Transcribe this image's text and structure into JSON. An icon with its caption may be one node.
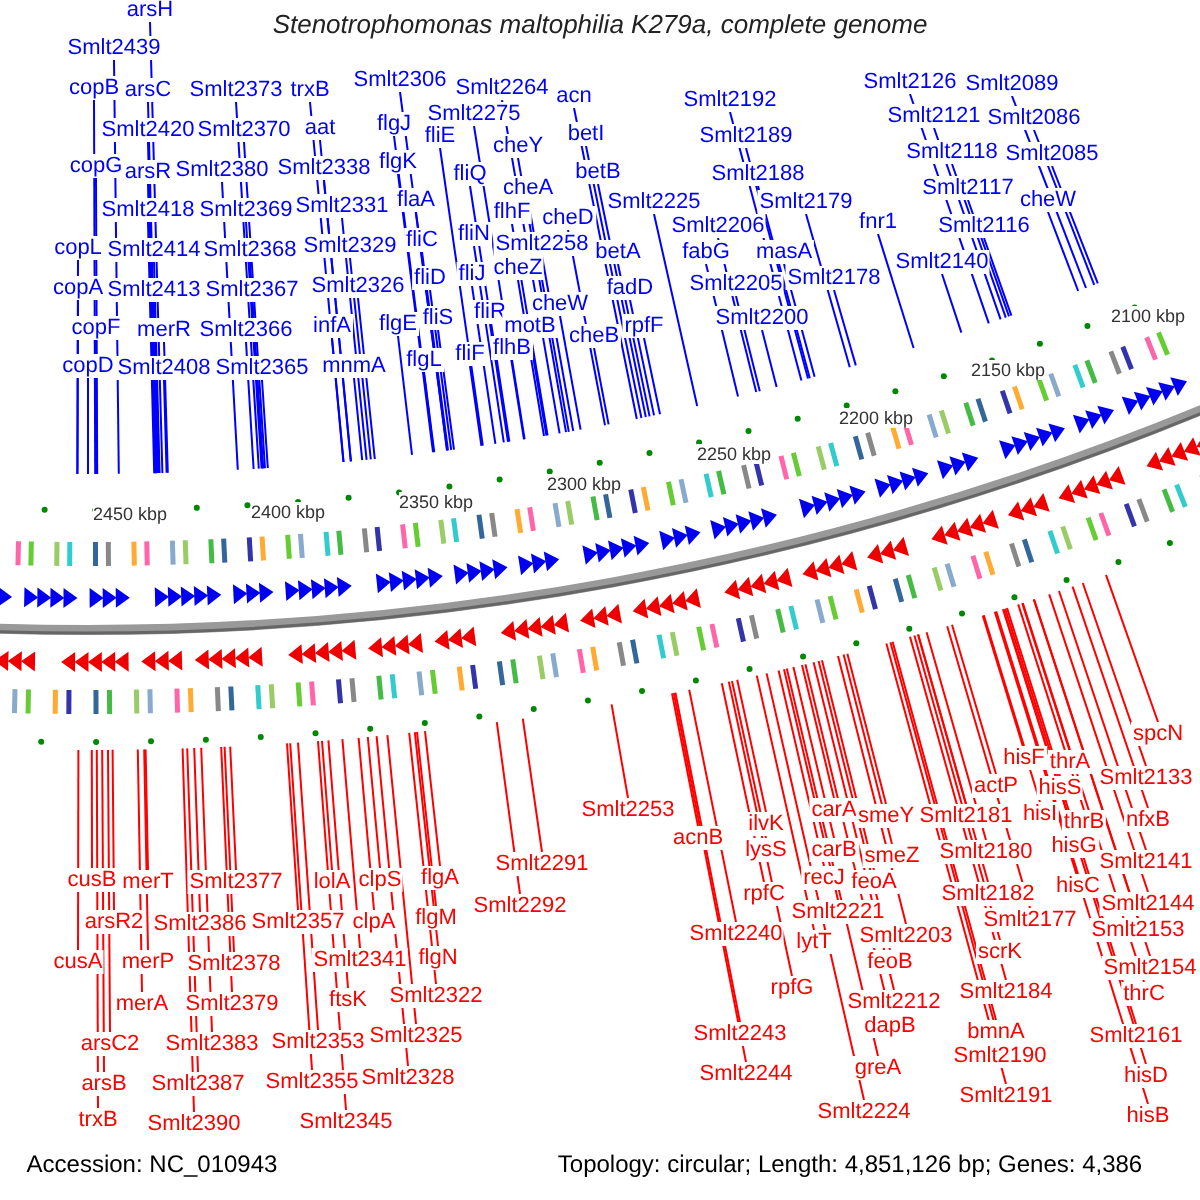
{
  "diagram": {
    "title": "Stenotrophomonas maltophilia K279a, complete genome",
    "nodes": [
      {
        "text": [
          "arsH"
        ]
      },
      {
        "text": [
          "Smlt2439"
        ]
      },
      {
        "text": [
          "Smlt2306"
        ]
      },
      {
        "text": [
          "Smlt2126"
        ]
      },
      {
        "text": [
          "Smlt2089"
        ]
      },
      {
        "text": [
          "copB"
        ]
      },
      {
        "text": [
          "arsC"
        ]
      },
      {
        "text": [
          "Smlt2373"
        ]
      },
      {
        "text": [
          "trxB"
        ]
      },
      {
        "text": [
          "Smlt2264"
        ]
      },
      {
        "text": [
          "acn"
        ]
      },
      {
        "text": [
          "Smlt2192"
        ]
      },
      {
        "text": [
          "Smlt2275"
        ]
      },
      {
        "text": [
          "Smlt2121"
        ]
      },
      {
        "text": [
          "Smlt2086"
        ]
      },
      {
        "text": [
          "flgJ"
        ]
      },
      {
        "text": [
          "Smlt2420"
        ]
      },
      {
        "text": [
          "Smlt2370"
        ]
      },
      {
        "text": [
          "aat"
        ]
      },
      {
        "text": [
          "betI"
        ]
      },
      {
        "text": [
          "fliE"
        ]
      },
      {
        "text": [
          "Smlt2189"
        ]
      },
      {
        "text": [
          "cheY"
        ]
      },
      {
        "text": [
          "Smlt2118"
        ]
      },
      {
        "text": [
          "Smlt2085"
        ]
      },
      {
        "text": [
          "flgK"
        ]
      },
      {
        "text": [
          "copG"
        ]
      },
      {
        "text": [
          "arsR"
        ]
      },
      {
        "text": [
          "Smlt2380"
        ]
      },
      {
        "text": [
          "Smlt2338"
        ]
      },
      {
        "text": [
          "betB"
        ]
      },
      {
        "text": [
          "fliQ"
        ]
      },
      {
        "text": [
          "Smlt2188"
        ]
      },
      {
        "text": [
          "cheA"
        ]
      },
      {
        "text": [
          "Smlt2117"
        ]
      },
      {
        "text": [
          "Smlt2418"
        ]
      },
      {
        "text": [
          "Smlt2369"
        ]
      },
      {
        "text": [
          "Smlt2331"
        ]
      },
      {
        "text": [
          "flaA"
        ]
      },
      {
        "text": [
          "cheW"
        ]
      },
      {
        "text": [
          "Smlt2225"
        ]
      },
      {
        "text": [
          "Smlt2179"
        ]
      },
      {
        "text": [
          "flhF"
        ]
      },
      {
        "text": [
          "cheD"
        ]
      },
      {
        "text": [
          "fnr1"
        ]
      },
      {
        "text": [
          "Smlt2206"
        ]
      },
      {
        "text": [
          "Smlt2116"
        ]
      },
      {
        "text": [
          "fliN"
        ]
      },
      {
        "text": [
          "fliC"
        ]
      },
      {
        "text": [
          "Smlt2258"
        ]
      },
      {
        "text": [
          "copL"
        ]
      },
      {
        "text": [
          "Smlt2414"
        ]
      },
      {
        "text": [
          "Smlt2368"
        ]
      },
      {
        "text": [
          "Smlt2329"
        ]
      },
      {
        "text": [
          "betA"
        ]
      },
      {
        "text": [
          "fabG"
        ]
      },
      {
        "text": [
          "masA"
        ]
      },
      {
        "text": [
          "Smlt2140"
        ]
      },
      {
        "text": [
          "cheZ"
        ]
      },
      {
        "text": [
          "fliJ"
        ]
      },
      {
        "text": [
          "fliD"
        ]
      },
      {
        "text": [
          "Smlt2178"
        ]
      },
      {
        "text": [
          "Smlt2205"
        ]
      },
      {
        "text": [
          "copA"
        ]
      },
      {
        "text": [
          "Smlt2413"
        ]
      },
      {
        "text": [
          "Smlt2367"
        ]
      },
      {
        "text": [
          "Smlt2326"
        ]
      },
      {
        "text": [
          "fadD"
        ]
      },
      {
        "text": [
          "cheW"
        ]
      },
      {
        "text": [
          "fliR"
        ]
      },
      {
        "text": [
          "fliS"
        ]
      },
      {
        "text": [
          "Smlt2200"
        ]
      },
      {
        "text": [
          "flgE"
        ]
      },
      {
        "text": [
          "infA"
        ]
      },
      {
        "text": [
          "rpfF"
        ]
      },
      {
        "text": [
          "motB"
        ]
      },
      {
        "text": [
          "copF"
        ]
      },
      {
        "text": [
          "merR"
        ]
      },
      {
        "text": [
          "Smlt2366"
        ]
      },
      {
        "text": [
          "cheB"
        ]
      },
      {
        "text": [
          "flhB"
        ]
      },
      {
        "text": [
          "fliF"
        ]
      },
      {
        "text": [
          "flgL"
        ]
      },
      {
        "text": [
          "mnmA"
        ]
      },
      {
        "text": [
          "copD"
        ]
      },
      {
        "text": [
          "Smlt2408"
        ]
      },
      {
        "text": [
          "Smlt2365"
        ]
      },
      {
        "text": [
          "spcN"
        ]
      },
      {
        "text": [
          "hisF"
        ]
      },
      {
        "text": [
          "thrA"
        ]
      },
      {
        "text": [
          "Smlt2133"
        ]
      },
      {
        "text": [
          "actP"
        ]
      },
      {
        "text": [
          "hisS"
        ]
      },
      {
        "text": [
          "Smlt2253"
        ]
      },
      {
        "text": [
          "carA"
        ]
      },
      {
        "text": [
          "hisI"
        ]
      },
      {
        "text": [
          "smeY"
        ]
      },
      {
        "text": [
          "Smlt2181"
        ]
      },
      {
        "text": [
          "nfxB"
        ]
      },
      {
        "text": [
          "thrB"
        ]
      },
      {
        "text": [
          "ilvK"
        ]
      },
      {
        "text": [
          "acnB"
        ]
      },
      {
        "text": [
          "hisG"
        ]
      },
      {
        "text": [
          "lysS"
        ]
      },
      {
        "text": [
          "carB"
        ]
      },
      {
        "text": [
          "Smlt2180"
        ]
      },
      {
        "text": [
          "smeZ"
        ]
      },
      {
        "text": [
          "Smlt2141"
        ]
      },
      {
        "text": [
          "Smlt2291"
        ]
      },
      {
        "text": [
          "recJ"
        ]
      },
      {
        "text": [
          "flgA"
        ]
      },
      {
        "text": [
          "cusB"
        ]
      },
      {
        "text": [
          "clpS"
        ]
      },
      {
        "text": [
          "merT"
        ]
      },
      {
        "text": [
          "Smlt2377"
        ]
      },
      {
        "text": [
          "lolA"
        ]
      },
      {
        "text": [
          "feoA"
        ]
      },
      {
        "text": [
          "hisC"
        ]
      },
      {
        "text": [
          "rpfC"
        ]
      },
      {
        "text": [
          "Smlt2182"
        ]
      },
      {
        "text": [
          "Smlt2144"
        ]
      },
      {
        "text": [
          "Smlt2292"
        ]
      },
      {
        "text": [
          "Smlt2221"
        ]
      },
      {
        "text": [
          "flgM"
        ]
      },
      {
        "text": [
          "Smlt2177"
        ]
      },
      {
        "text": [
          "arsR2"
        ]
      },
      {
        "text": [
          "Smlt2357"
        ]
      },
      {
        "text": [
          "clpA"
        ]
      },
      {
        "text": [
          "Smlt2386"
        ]
      },
      {
        "text": [
          "Smlt2153"
        ]
      },
      {
        "text": [
          "Smlt2240"
        ]
      },
      {
        "text": [
          "Smlt2203"
        ]
      },
      {
        "text": [
          "lytT"
        ]
      },
      {
        "text": [
          "scrK"
        ]
      },
      {
        "text": [
          "flgN"
        ]
      },
      {
        "text": [
          "Smlt2341"
        ]
      },
      {
        "text": [
          "cusA"
        ]
      },
      {
        "text": [
          "merP"
        ]
      },
      {
        "text": [
          "feoB"
        ]
      },
      {
        "text": [
          "Smlt2378"
        ]
      },
      {
        "text": [
          "Smlt2154"
        ]
      },
      {
        "text": [
          "rpfG"
        ]
      },
      {
        "text": [
          "Smlt2184"
        ]
      },
      {
        "text": [
          "thrC"
        ]
      },
      {
        "text": [
          "Smlt2322"
        ]
      },
      {
        "text": [
          "ftsK"
        ]
      },
      {
        "text": [
          "Smlt2212"
        ]
      },
      {
        "text": [
          "merA"
        ]
      },
      {
        "text": [
          "Smlt2379"
        ]
      },
      {
        "text": [
          "dapB"
        ]
      },
      {
        "text": [
          "bmnA"
        ]
      },
      {
        "text": [
          "Smlt2243"
        ]
      },
      {
        "text": [
          "Smlt2325"
        ]
      },
      {
        "text": [
          "Smlt2161"
        ]
      },
      {
        "text": [
          "Smlt2353"
        ]
      },
      {
        "text": [
          "arsC2"
        ]
      },
      {
        "text": [
          "Smlt2383"
        ]
      },
      {
        "text": [
          "Smlt2190"
        ]
      },
      {
        "text": [
          "greA"
        ]
      },
      {
        "text": [
          "Smlt2244"
        ]
      },
      {
        "text": [
          "hisD"
        ]
      },
      {
        "text": [
          "Smlt2328"
        ]
      },
      {
        "text": [
          "Smlt2355"
        ]
      },
      {
        "text": [
          "arsB"
        ]
      },
      {
        "text": [
          "Smlt2387"
        ]
      },
      {
        "text": [
          "Smlt2191"
        ]
      },
      {
        "text": [
          "Smlt2224"
        ]
      },
      {
        "text": [
          "trxB"
        ]
      },
      {
        "text": [
          "hisB"
        ]
      },
      {
        "text": [
          "Smlt2345"
        ]
      },
      {
        "text": [
          "Smlt2390"
        ]
      }
    ],
    "edges": [
      {
        "from": 0,
        "to": null,
        "arrow": "none"
      },
      {
        "from": 1,
        "to": null,
        "arrow": "none"
      },
      {
        "from": 2,
        "to": null,
        "arrow": "none"
      },
      {
        "from": 3,
        "to": null,
        "arrow": "none"
      },
      {
        "from": 4,
        "to": null,
        "arrow": "none"
      },
      {
        "from": 5,
        "to": null,
        "arrow": "none"
      },
      {
        "from": 6,
        "to": null,
        "arrow": "none"
      },
      {
        "from": 7,
        "to": null,
        "arrow": "none"
      },
      {
        "from": 8,
        "to": null,
        "arrow": "none"
      },
      {
        "from": 9,
        "to": null,
        "arrow": "none"
      },
      {
        "from": 10,
        "to": null,
        "arrow": "none"
      },
      {
        "from": 11,
        "to": null,
        "arrow": "none"
      },
      {
        "from": 12,
        "to": null,
        "arrow": "none"
      },
      {
        "from": 13,
        "to": null,
        "arrow": "none"
      },
      {
        "from": 14,
        "to": null,
        "arrow": "none"
      },
      {
        "from": 15,
        "to": null,
        "arrow": "none"
      },
      {
        "from": 16,
        "to": null,
        "arrow": "none"
      },
      {
        "from": 17,
        "to": null,
        "arrow": "none"
      },
      {
        "from": 18,
        "to": null,
        "arrow": "none"
      },
      {
        "from": 19,
        "to": null,
        "arrow": "none"
      },
      {
        "from": 20,
        "to": null,
        "arrow": "none"
      },
      {
        "from": 21,
        "to": null,
        "arrow": "none"
      },
      {
        "from": 22,
        "to": null,
        "arrow": "none"
      },
      {
        "from": 23,
        "to": null,
        "arrow": "none"
      },
      {
        "from": 24,
        "to": null,
        "arrow": "none"
      },
      {
        "from": 25,
        "to": null,
        "arrow": "none"
      },
      {
        "from": 26,
        "to": null,
        "arrow": "none"
      },
      {
        "from": 27,
        "to": null,
        "arrow": "none"
      },
      {
        "from": 28,
        "to": null,
        "arrow": "none"
      },
      {
        "from": 29,
        "to": null,
        "arrow": "none"
      },
      {
        "from": 30,
        "to": null,
        "arrow": "none"
      },
      {
        "from": 31,
        "to": null,
        "arrow": "none"
      },
      {
        "from": 32,
        "to": null,
        "arrow": "none"
      },
      {
        "from": 33,
        "to": null,
        "arrow": "none"
      },
      {
        "from": 34,
        "to": null,
        "arrow": "none"
      },
      {
        "from": 35,
        "to": null,
        "arrow": "none"
      },
      {
        "from": 36,
        "to": null,
        "arrow": "none"
      },
      {
        "from": 37,
        "to": null,
        "arrow": "none"
      },
      {
        "from": 38,
        "to": null,
        "arrow": "none"
      },
      {
        "from": 39,
        "to": null,
        "arrow": "none"
      },
      {
        "from": 40,
        "to": null,
        "arrow": "none"
      },
      {
        "from": 41,
        "to": null,
        "arrow": "none"
      },
      {
        "from": 42,
        "to": null,
        "arrow": "none"
      },
      {
        "from": 43,
        "to": null,
        "arrow": "none"
      },
      {
        "from": 44,
        "to": null,
        "arrow": "none"
      },
      {
        "from": 45,
        "to": null,
        "arrow": "none"
      },
      {
        "from": 46,
        "to": null,
        "arrow": "none"
      },
      {
        "from": 47,
        "to": null,
        "arrow": "none"
      },
      {
        "from": 48,
        "to": null,
        "arrow": "none"
      },
      {
        "from": 49,
        "to": null,
        "arrow": "none"
      },
      {
        "from": 50,
        "to": null,
        "arrow": "none"
      },
      {
        "from": 51,
        "to": null,
        "arrow": "none"
      },
      {
        "from": 52,
        "to": null,
        "arrow": "none"
      },
      {
        "from": 53,
        "to": null,
        "arrow": "none"
      },
      {
        "from": 54,
        "to": null,
        "arrow": "none"
      },
      {
        "from": 55,
        "to": null,
        "arrow": "none"
      },
      {
        "from": 56,
        "to": null,
        "arrow": "none"
      },
      {
        "from": 57,
        "to": null,
        "arrow": "none"
      },
      {
        "from": 58,
        "to": null,
        "arrow": "none"
      },
      {
        "from": 59,
        "to": null,
        "arrow": "none"
      },
      {
        "from": 60,
        "to": null,
        "arrow": "none"
      },
      {
        "from": 61,
        "to": null,
        "arrow": "none"
      },
      {
        "from": 62,
        "to": null,
        "arrow": "none"
      },
      {
        "from": 63,
        "to": null,
        "arrow": "none"
      },
      {
        "from": 64,
        "to": null,
        "arrow": "none"
      },
      {
        "from": 65,
        "to": null,
        "arrow": "none"
      },
      {
        "from": 66,
        "to": null,
        "arrow": "none"
      },
      {
        "from": 67,
        "to": null,
        "arrow": "none"
      },
      {
        "from": 68,
        "to": null,
        "arrow": "none"
      },
      {
        "from": 69,
        "to": null,
        "arrow": "none"
      },
      {
        "from": 70,
        "to": null,
        "arrow": "none"
      },
      {
        "from": 71,
        "to": null,
        "arrow": "none"
      },
      {
        "from": 72,
        "to": null,
        "arrow": "none"
      },
      {
        "from": 73,
        "to": null,
        "arrow": "none"
      },
      {
        "from": 74,
        "to": null,
        "arrow": "none"
      },
      {
        "from": 75,
        "to": null,
        "arrow": "none"
      },
      {
        "from": 76,
        "to": null,
        "arrow": "none"
      },
      {
        "from": 77,
        "to": null,
        "arrow": "none"
      },
      {
        "from": 78,
        "to": null,
        "arrow": "none"
      },
      {
        "from": 79,
        "to": null,
        "arrow": "none"
      },
      {
        "from": 80,
        "to": null,
        "arrow": "none"
      },
      {
        "from": 81,
        "to": null,
        "arrow": "none"
      },
      {
        "from": 82,
        "to": null,
        "arrow": "none"
      },
      {
        "from": 83,
        "to": null,
        "arrow": "none"
      },
      {
        "from": 84,
        "to": null,
        "arrow": "none"
      },
      {
        "from": 85,
        "to": null,
        "arrow": "none"
      },
      {
        "from": 86,
        "to": null,
        "arrow": "none"
      },
      {
        "from": 87,
        "to": null,
        "arrow": "none",
        "color": "#ff0000"
      },
      {
        "from": 88,
        "to": null,
        "arrow": "none",
        "color": "#ff0000"
      },
      {
        "from": 89,
        "to": null,
        "arrow": "none",
        "color": "#ff0000"
      },
      {
        "from": 90,
        "to": null,
        "arrow": "none",
        "color": "#ff0000"
      },
      {
        "from": 91,
        "to": null,
        "arrow": "none",
        "color": "#ff0000"
      },
      {
        "from": 92,
        "to": null,
        "arrow": "none",
        "color": "#ff0000"
      },
      {
        "from": 93,
        "to": null,
        "arrow": "none",
        "color": "#ff0000"
      },
      {
        "from": 94,
        "to": null,
        "arrow": "none",
        "color": "#ff0000"
      },
      {
        "from": 95,
        "to": null,
        "arrow": "none",
        "color": "#ff0000"
      },
      {
        "from": 96,
        "to": null,
        "arrow": "none",
        "color": "#ff0000"
      },
      {
        "from": 97,
        "to": null,
        "arrow": "none",
        "color": "#ff0000"
      },
      {
        "from": 98,
        "to": null,
        "arrow": "none",
        "color": "#ff0000"
      },
      {
        "from": 99,
        "to": null,
        "arrow": "none",
        "color": "#ff0000"
      },
      {
        "from": 100,
        "to": null,
        "arrow": "none",
        "color": "#ff0000"
      },
      {
        "from": 101,
        "to": null,
        "arrow": "none",
        "color": "#ff0000"
      },
      {
        "from": 102,
        "to": null,
        "arrow": "none",
        "color": "#ff0000"
      },
      {
        "from": 103,
        "to": null,
        "arrow": "none",
        "color": "#ff0000"
      },
      {
        "from": 104,
        "to": null,
        "arrow": "none",
        "color": "#ff0000"
      },
      {
        "from": 105,
        "to": null,
        "arrow": "none",
        "color": "#ff0000"
      },
      {
        "from": 106,
        "to": null,
        "arrow": "none",
        "color": "#ff0000"
      },
      {
        "from": 107,
        "to": null,
        "arrow": "none",
        "color": "#ff0000"
      },
      {
        "from": 108,
        "to": null,
        "arrow": "none",
        "color": "#ff0000"
      },
      {
        "from": 109,
        "to": null,
        "arrow": "none",
        "color": "#ff0000"
      },
      {
        "from": 110,
        "to": null,
        "arrow": "none",
        "color": "#ff0000"
      },
      {
        "from": 111,
        "to": null,
        "arrow": "none",
        "color": "#ff0000"
      },
      {
        "from": 112,
        "to": null,
        "arrow": "none",
        "color": "#ff0000"
      },
      {
        "from": 113,
        "to": null,
        "arrow": "none",
        "color": "#ff0000"
      },
      {
        "from": 114,
        "to": null,
        "arrow": "none",
        "color": "#ff0000"
      },
      {
        "from": 115,
        "to": null,
        "arrow": "none",
        "color": "#ff0000"
      },
      {
        "from": 116,
        "to": null,
        "arrow": "none",
        "color": "#ff0000"
      },
      {
        "from": 117,
        "to": null,
        "arrow": "none",
        "color": "#ff0000"
      },
      {
        "from": 118,
        "to": null,
        "arrow": "none",
        "color": "#ff0000"
      },
      {
        "from": 119,
        "to": null,
        "arrow": "none",
        "color": "#ff0000"
      },
      {
        "from": 120,
        "to": null,
        "arrow": "none",
        "color": "#ff0000"
      },
      {
        "from": 121,
        "to": null,
        "arrow": "none",
        "color": "#ff0000"
      },
      {
        "from": 122,
        "to": null,
        "arrow": "none",
        "color": "#ff0000"
      },
      {
        "from": 123,
        "to": null,
        "arrow": "none",
        "color": "#ff0000"
      },
      {
        "from": 124,
        "to": null,
        "arrow": "none",
        "color": "#ff0000"
      },
      {
        "from": 125,
        "to": null,
        "arrow": "none",
        "color": "#ff0000"
      },
      {
        "from": 126,
        "to": null,
        "arrow": "none",
        "color": "#ff0000"
      },
      {
        "from": 127,
        "to": null,
        "arrow": "none",
        "color": "#ff0000"
      },
      {
        "from": 128,
        "to": null,
        "arrow": "none",
        "color": "#ff0000"
      },
      {
        "from": 129,
        "to": null,
        "arrow": "none",
        "color": "#ff0000"
      },
      {
        "from": 130,
        "to": null,
        "arrow": "none",
        "color": "#ff0000"
      },
      {
        "from": 131,
        "to": null,
        "arrow": "none",
        "color": "#ff0000"
      },
      {
        "from": 132,
        "to": null,
        "arrow": "none",
        "color": "#ff0000"
      },
      {
        "from": 133,
        "to": null,
        "arrow": "none",
        "color": "#ff0000"
      },
      {
        "from": 134,
        "to": null,
        "arrow": "none",
        "color": "#ff0000"
      },
      {
        "from": 135,
        "to": null,
        "arrow": "none",
        "color": "#ff0000"
      },
      {
        "from": 136,
        "to": null,
        "arrow": "none",
        "color": "#ff0000"
      },
      {
        "from": 137,
        "to": null,
        "arrow": "none",
        "color": "#ff0000"
      },
      {
        "from": 138,
        "to": null,
        "arrow": "none",
        "color": "#ff0000"
      },
      {
        "from": 139,
        "to": null,
        "arrow": "none",
        "color": "#ff0000"
      },
      {
        "from": 140,
        "to": null,
        "arrow": "none",
        "color": "#ff0000"
      },
      {
        "from": 141,
        "to": null,
        "arrow": "none",
        "color": "#ff0000"
      },
      {
        "from": 142,
        "to": null,
        "arrow": "none",
        "color": "#ff0000"
      },
      {
        "from": 143,
        "to": null,
        "arrow": "none",
        "color": "#ff0000"
      },
      {
        "from": 144,
        "to": null,
        "arrow": "none",
        "color": "#ff0000"
      },
      {
        "from": 145,
        "to": null,
        "arrow": "none",
        "color": "#ff0000"
      },
      {
        "from": 146,
        "to": null,
        "arrow": "none",
        "color": "#ff0000"
      },
      {
        "from": 147,
        "to": null,
        "arrow": "none",
        "color": "#ff0000"
      },
      {
        "from": 148,
        "to": null,
        "arrow": "none",
        "color": "#ff0000"
      },
      {
        "from": 149,
        "to": null,
        "arrow": "none",
        "color": "#ff0000"
      },
      {
        "from": 150,
        "to": null,
        "arrow": "none",
        "color": "#ff0000"
      },
      {
        "from": 151,
        "to": null,
        "arrow": "none",
        "color": "#ff0000"
      },
      {
        "from": 152,
        "to": null,
        "arrow": "none",
        "color": "#ff0000"
      },
      {
        "from": 153,
        "to": null,
        "arrow": "none",
        "color": "#ff0000"
      },
      {
        "from": 154,
        "to": null,
        "arrow": "none",
        "color": "#ff0000"
      },
      {
        "from": 155,
        "to": null,
        "arrow": "none",
        "color": "#ff0000"
      },
      {
        "from": 156,
        "to": null,
        "arrow": "none",
        "color": "#ff0000"
      },
      {
        "from": 157,
        "to": null,
        "arrow": "none",
        "color": "#ff0000"
      },
      {
        "from": 158,
        "to": null,
        "arrow": "none",
        "color": "#ff0000"
      },
      {
        "from": 159,
        "to": null,
        "arrow": "none",
        "color": "#ff0000"
      },
      {
        "from": 160,
        "to": null,
        "arrow": "none",
        "color": "#ff0000"
      },
      {
        "from": 161,
        "to": null,
        "arrow": "none",
        "color": "#ff0000"
      },
      {
        "from": 162,
        "to": null,
        "arrow": "none",
        "color": "#ff0000"
      },
      {
        "from": 163,
        "to": null,
        "arrow": "none",
        "color": "#ff0000"
      },
      {
        "from": 164,
        "to": null,
        "arrow": "none",
        "color": "#ff0000"
      },
      {
        "from": 165,
        "to": null,
        "arrow": "none",
        "color": "#ff0000"
      },
      {
        "from": 166,
        "to": null,
        "arrow": "none",
        "color": "#ff0000"
      },
      {
        "from": 167,
        "to": null,
        "arrow": "none",
        "color": "#ff0000"
      },
      {
        "from": 168,
        "to": null,
        "arrow": "none",
        "color": "#ff0000"
      },
      {
        "from": 169,
        "to": null,
        "arrow": "none",
        "color": "#ff0000"
      },
      {
        "from": 170,
        "to": null,
        "arrow": "none",
        "color": "#ff0000"
      }
    ],
    "labels": [
      "2450 kbp",
      "2400 kbp",
      "2350 kbp",
      "2300 kbp",
      "2250 kbp",
      "2200 kbp",
      "2150 kbp",
      "2100 kbp",
      "Accession: NC_010943",
      "Topology: circular; Length: 4,851,126 bp; Genes: 4,386"
    ]
  }
}
